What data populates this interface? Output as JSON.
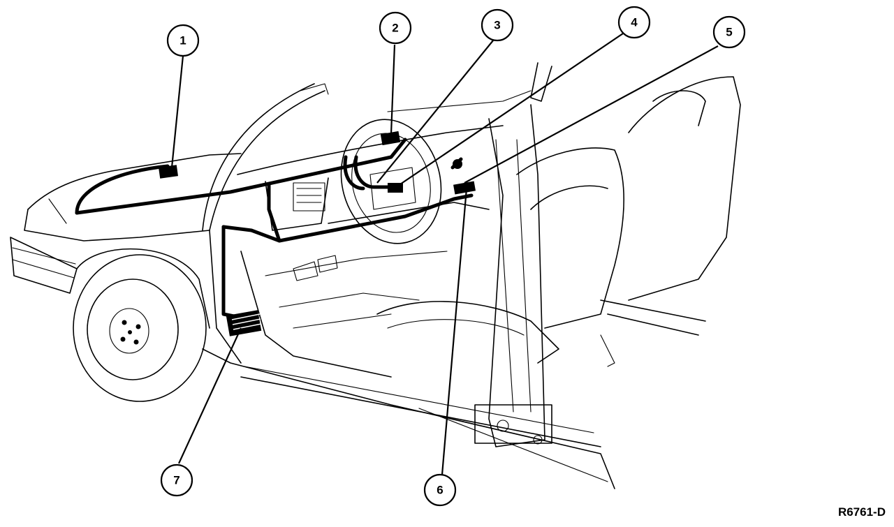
{
  "figure_id": "R6761-D",
  "callouts": [
    {
      "label": "1"
    },
    {
      "label": "2"
    },
    {
      "label": "3"
    },
    {
      "label": "4"
    },
    {
      "label": "5"
    },
    {
      "label": "6"
    },
    {
      "label": "7"
    }
  ]
}
